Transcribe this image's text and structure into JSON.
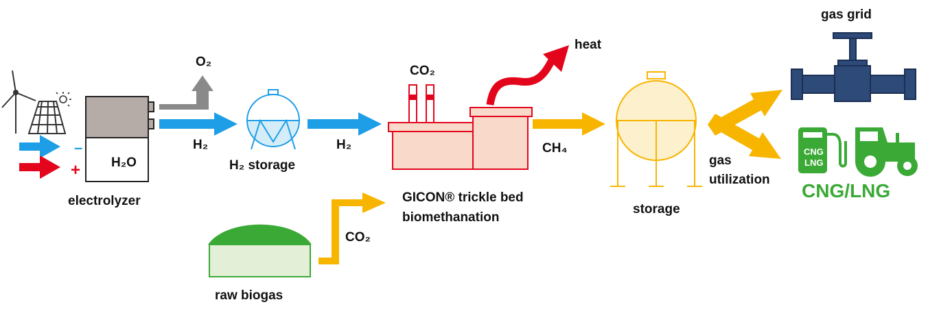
{
  "labels": {
    "o2": "O₂",
    "h2_left": "H₂",
    "h2o": "H₂O",
    "electrolyzer": "electrolyzer",
    "h2_storage": "H₂ storage",
    "h2_right": "H₂",
    "co2_top": "CO₂",
    "heat": "heat",
    "ch4": "CH₄",
    "gicon_line1": "GICON® trickle bed",
    "gicon_line2": "biomethanation",
    "co2_bottom": "CO₂",
    "raw_biogas": "raw biogas",
    "storage": "storage",
    "gas_utilization_line1": "gas",
    "gas_utilization_line2": "utilization",
    "gas_grid": "gas grid",
    "cng_badge_line1": "CNG",
    "cng_badge_line2": "LNG",
    "cng_lng": "CNG/LNG",
    "minus": "–",
    "plus": "+"
  },
  "colors": {
    "blue": "#1e9ee6",
    "red": "#e3051b",
    "grey": "#8a8a8a",
    "yellow": "#f7b500",
    "green": "#3aa935",
    "navy": "#2e4a79",
    "salmon": "#f9d9c9",
    "light_blue": "#d4edf9",
    "light_green": "#e3efd6",
    "light_yellow": "#fdf0cc",
    "electrolyzer_grey": "#b5aca8"
  }
}
